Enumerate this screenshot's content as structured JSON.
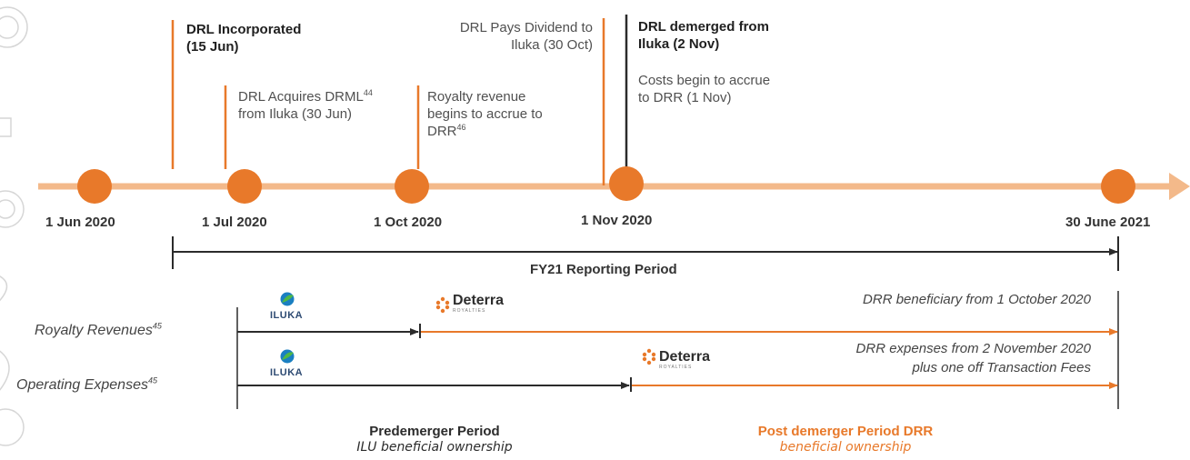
{
  "timeline": {
    "dates": [
      "1 Jun 2020",
      "1 Jul 2020",
      "1 Oct 2020",
      "1 Nov 2020",
      "30 June 2021"
    ],
    "reporting_period_label": "FY21 Reporting Period"
  },
  "events": {
    "incorporated": {
      "line1": "DRL Incorporated",
      "line2": "(15 Jun)"
    },
    "acquires": {
      "line1": "DRL Acquires DRML",
      "sup": "44",
      "line2": "from Iluka (30 Jun)"
    },
    "royalty_accrue": {
      "line1": "Royalty revenue",
      "line2": "begins to accrue to",
      "line3": "DRR",
      "sup": "46"
    },
    "dividend": {
      "line1": "DRL Pays Dividend to",
      "line2": "Iluka (30 Oct)"
    },
    "demerged": {
      "line1": "DRL demerged from",
      "line2": "Iluka (2 Nov)"
    },
    "costs": {
      "line1": "Costs begin to accrue",
      "line2": "to DRR (1 Nov)"
    }
  },
  "rows": {
    "royalty": {
      "label": "Royalty Revenues",
      "sup": "45",
      "note": "DRR beneficiary from 1 October 2020"
    },
    "opex": {
      "label": "Operating Expenses",
      "sup": "45",
      "note_line1": "DRR expenses from 2 November 2020",
      "note_line2": "plus one off Transaction Fees"
    }
  },
  "logos": {
    "iluka": "ILUKA",
    "deterra": "Deterra",
    "deterra_sub": "ROYALTIES"
  },
  "periods": {
    "pre": {
      "line1": "Predemerger Period",
      "line2": "ILU beneficial ownership"
    },
    "post": {
      "line1": "Post demerger Period DRR",
      "line2": "beneficial ownership"
    }
  },
  "colors": {
    "orange": "#e8792a",
    "light_orange": "#f3b98a",
    "dark": "#2b2b2b"
  }
}
